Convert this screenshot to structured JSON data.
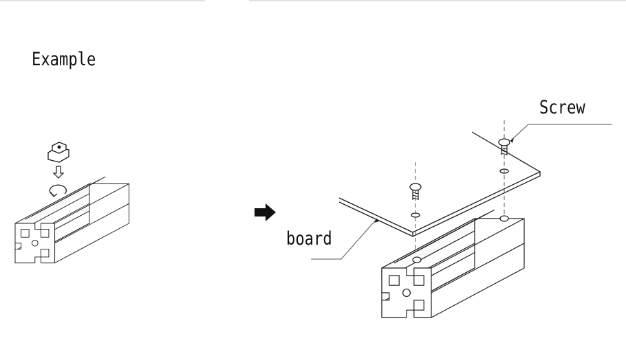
{
  "diagram": {
    "heading": "Example",
    "callouts": {
      "screw": "Screw",
      "board": "board"
    },
    "icons": {
      "step_arrow": "right-arrow-icon",
      "drop_arrow": "down-arrow-icon",
      "rotate_arrow": "rotate-icon"
    },
    "colors": {
      "line": "#1a1a1a",
      "leader": "#555555",
      "background": "#ffffff"
    }
  }
}
